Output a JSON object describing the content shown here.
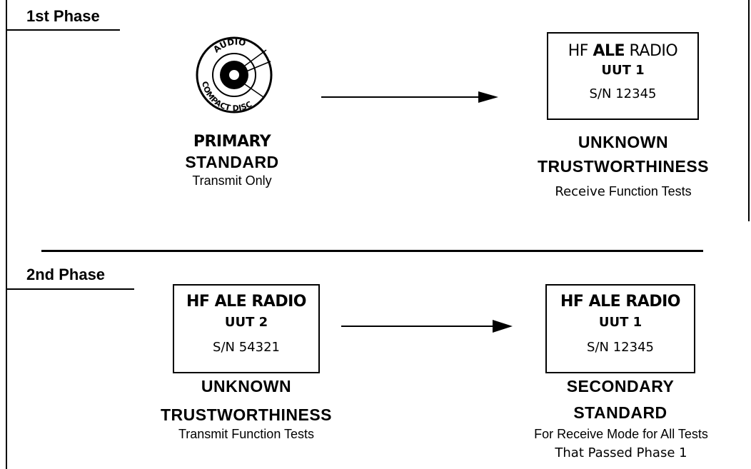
{
  "phase1": {
    "label": "1st Phase",
    "disc": {
      "top_text": "AUDIO",
      "bottom_text": "COMPACT DISC"
    },
    "primary": {
      "line1": "PRIMARY",
      "line2": "STANDARD",
      "line3": "Transmit Only"
    },
    "radio": {
      "title_prefix": "HF ",
      "title_bold": "ALE",
      "title_suffix": " RADIO",
      "unit": "UUT 1",
      "serial": "S/N 12345"
    },
    "radio_caption": {
      "line1": "UNKNOWN",
      "line2": "TRUSTWORTHINESS",
      "line3_prefix": "Receive",
      "line3_suffix": " Function Tests"
    }
  },
  "phase2": {
    "label": "2nd Phase",
    "radio_left": {
      "title": "HF ALE RADIO",
      "unit": "UUT 2",
      "serial": "S/N 54321"
    },
    "left_caption": {
      "line1": "UNKNOWN",
      "line2": "TRUSTWORTHINESS",
      "line3": "Transmit Function Tests"
    },
    "radio_right": {
      "title": "HF ALE RADIO",
      "unit": "UUT 1",
      "serial": "S/N 12345"
    },
    "right_caption": {
      "line1": "SECONDARY",
      "line2": "STANDARD",
      "line3": "For Receive Mode for All Tests",
      "line4": "That Passed Phase 1"
    }
  }
}
